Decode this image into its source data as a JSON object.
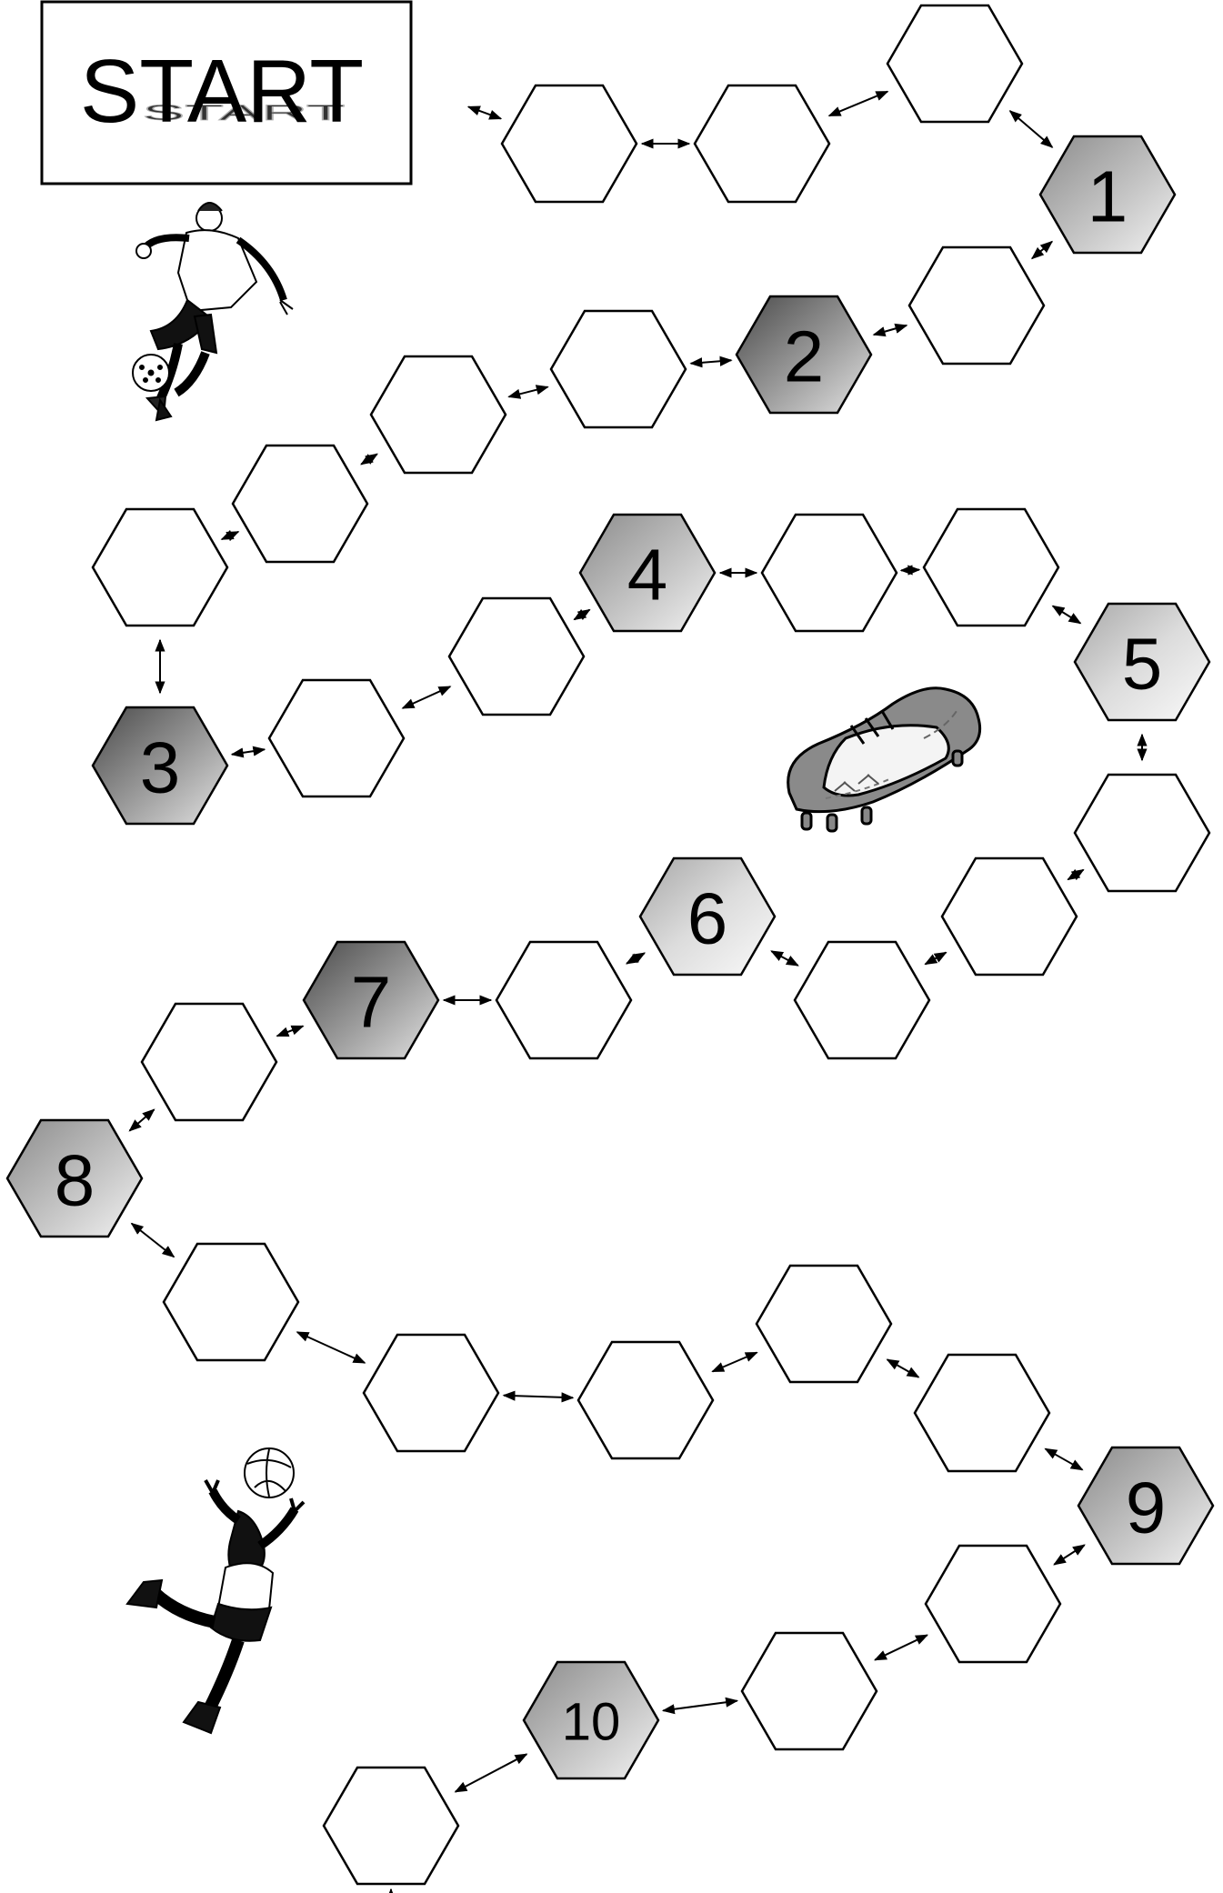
{
  "start": {
    "label": "START"
  },
  "path": {
    "spaces": [
      {
        "label": ""
      },
      {
        "label": ""
      },
      {
        "label": ""
      },
      {
        "label": "1"
      },
      {
        "label": ""
      },
      {
        "label": "2"
      },
      {
        "label": ""
      },
      {
        "label": ""
      },
      {
        "label": ""
      },
      {
        "label": ""
      },
      {
        "label": "3"
      },
      {
        "label": ""
      },
      {
        "label": ""
      },
      {
        "label": "4"
      },
      {
        "label": ""
      },
      {
        "label": ""
      },
      {
        "label": "5"
      },
      {
        "label": ""
      },
      {
        "label": ""
      },
      {
        "label": ""
      },
      {
        "label": "6"
      },
      {
        "label": ""
      },
      {
        "label": "7"
      },
      {
        "label": ""
      },
      {
        "label": "8"
      },
      {
        "label": ""
      },
      {
        "label": ""
      },
      {
        "label": ""
      },
      {
        "label": ""
      },
      {
        "label": ""
      },
      {
        "label": "9"
      },
      {
        "label": ""
      },
      {
        "label": ""
      },
      {
        "label": "10"
      },
      {
        "label": ""
      }
    ]
  },
  "illustrations": [
    {
      "name": "soccer-player-kicking-illustration"
    },
    {
      "name": "soccer-cleat-illustration"
    },
    {
      "name": "player-heading-ball-illustration"
    }
  ],
  "colors": {
    "outline": "#000000",
    "fill_dark": "#5a5a5a",
    "fill_mid": "#9a9a9a",
    "fill_light": "#e6e6e6"
  }
}
